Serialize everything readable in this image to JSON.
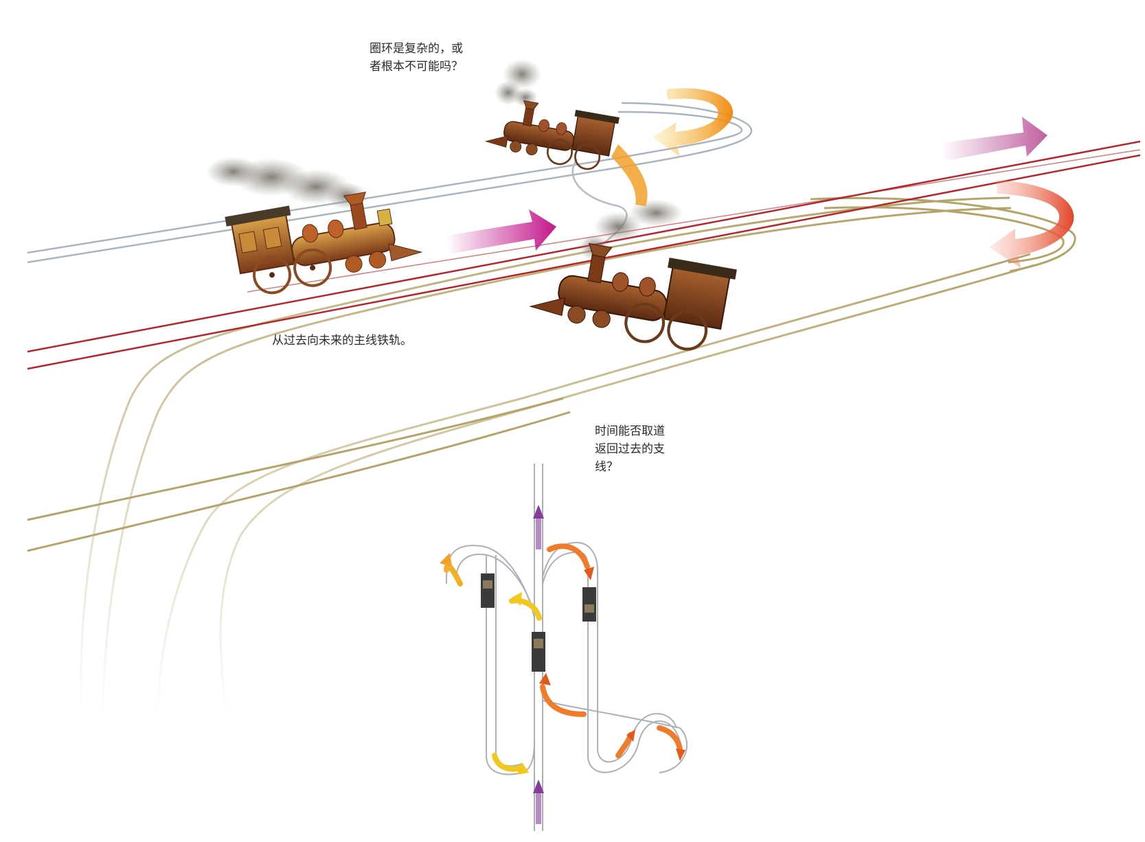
{
  "captions": {
    "loop_question": "圈环是复杂的，或\n者根本不可能吗？",
    "main_line": "从过去向未来的主线铁轨。",
    "branch_question": "时间能否取道\n返回过去的支\n线？"
  },
  "colors": {
    "main_track": "#b3262c",
    "upper_track": "#a9b4bf",
    "branch_track": "#b5a46a",
    "arrow_magenta": "#c2178a",
    "arrow_pink": "#c05fa0",
    "arrow_orange": "#f29a1f",
    "arrow_red": "#e2452a",
    "arrow_purple": "#8a3c9e",
    "arrow_yellow": "#f2c81f",
    "locomotive_body": "#8a4a22"
  },
  "icons": {
    "locomotive": "steam-locomotive-icon",
    "smoke": "smoke-cloud-icon",
    "direction_arrow": "direction-arrow-icon",
    "u_turn_arrow": "u-turn-arrow-icon"
  }
}
